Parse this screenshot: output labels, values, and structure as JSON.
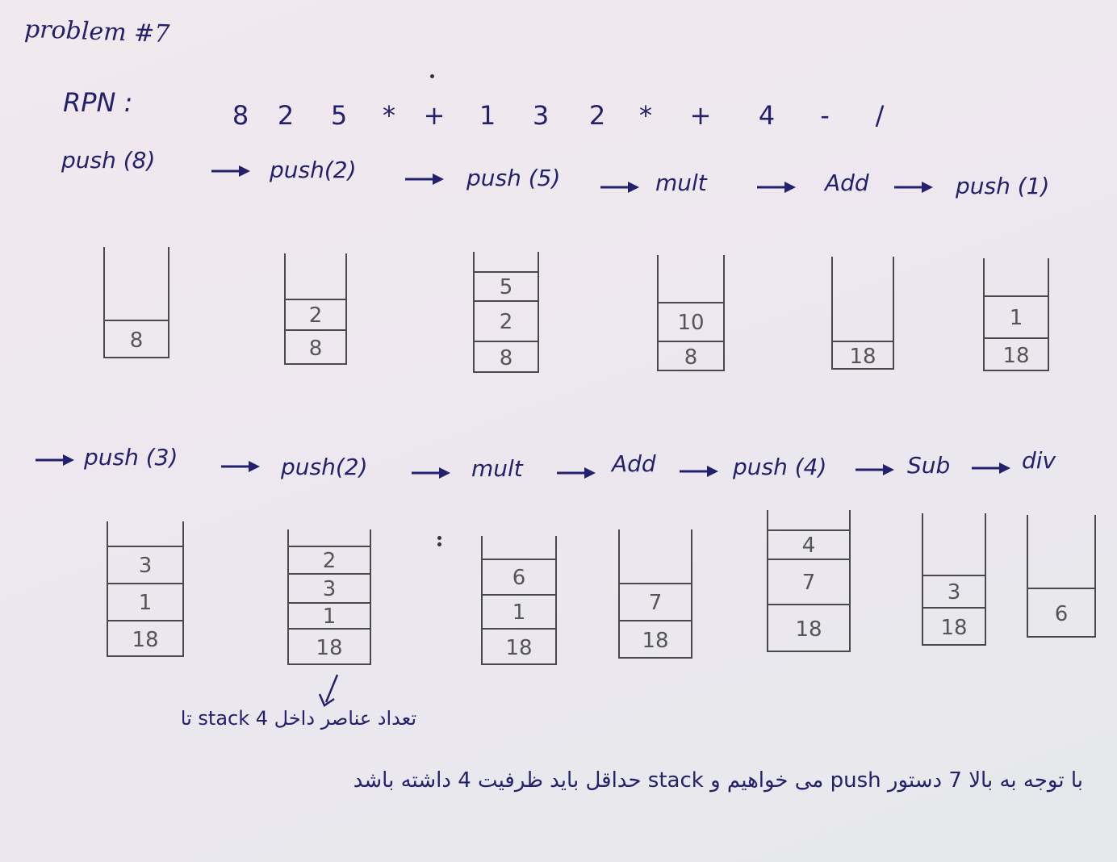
{
  "title": "problem #7",
  "rpn": {
    "label": "RPN :",
    "tokens": [
      "8",
      "2",
      "5",
      "*",
      "+",
      "1",
      "3",
      "2",
      "*",
      "+",
      "4",
      "-",
      "/"
    ]
  },
  "row1": {
    "steps": [
      "push (8)",
      "push(2)",
      "push (5)",
      "mult",
      "Add",
      "push (1)"
    ],
    "stacks": [
      [
        "8"
      ],
      [
        "2",
        "8"
      ],
      [
        "5",
        "2",
        "8"
      ],
      [
        "10",
        "8"
      ],
      [
        "18"
      ],
      [
        "1",
        "18"
      ]
    ]
  },
  "row2": {
    "steps": [
      "push (3)",
      "push(2)",
      "mult",
      "Add",
      "push (4)",
      "Sub",
      "div"
    ],
    "stacks": [
      [
        "3",
        "1",
        "18"
      ],
      [
        "2",
        "3",
        "1",
        "18"
      ],
      [
        "6",
        "1",
        "18"
      ],
      [
        "7",
        "18"
      ],
      [
        "4",
        "7",
        "18"
      ],
      [
        "3",
        "18"
      ],
      [
        "6"
      ]
    ]
  },
  "notes": {
    "count_note": "تعداد عناصر داخل stack 4 تا",
    "conclusion": "با توجه به بالا 7 دستور push می خواهیم و stack حداقل باید ظرفیت 4 داشته باشد"
  }
}
